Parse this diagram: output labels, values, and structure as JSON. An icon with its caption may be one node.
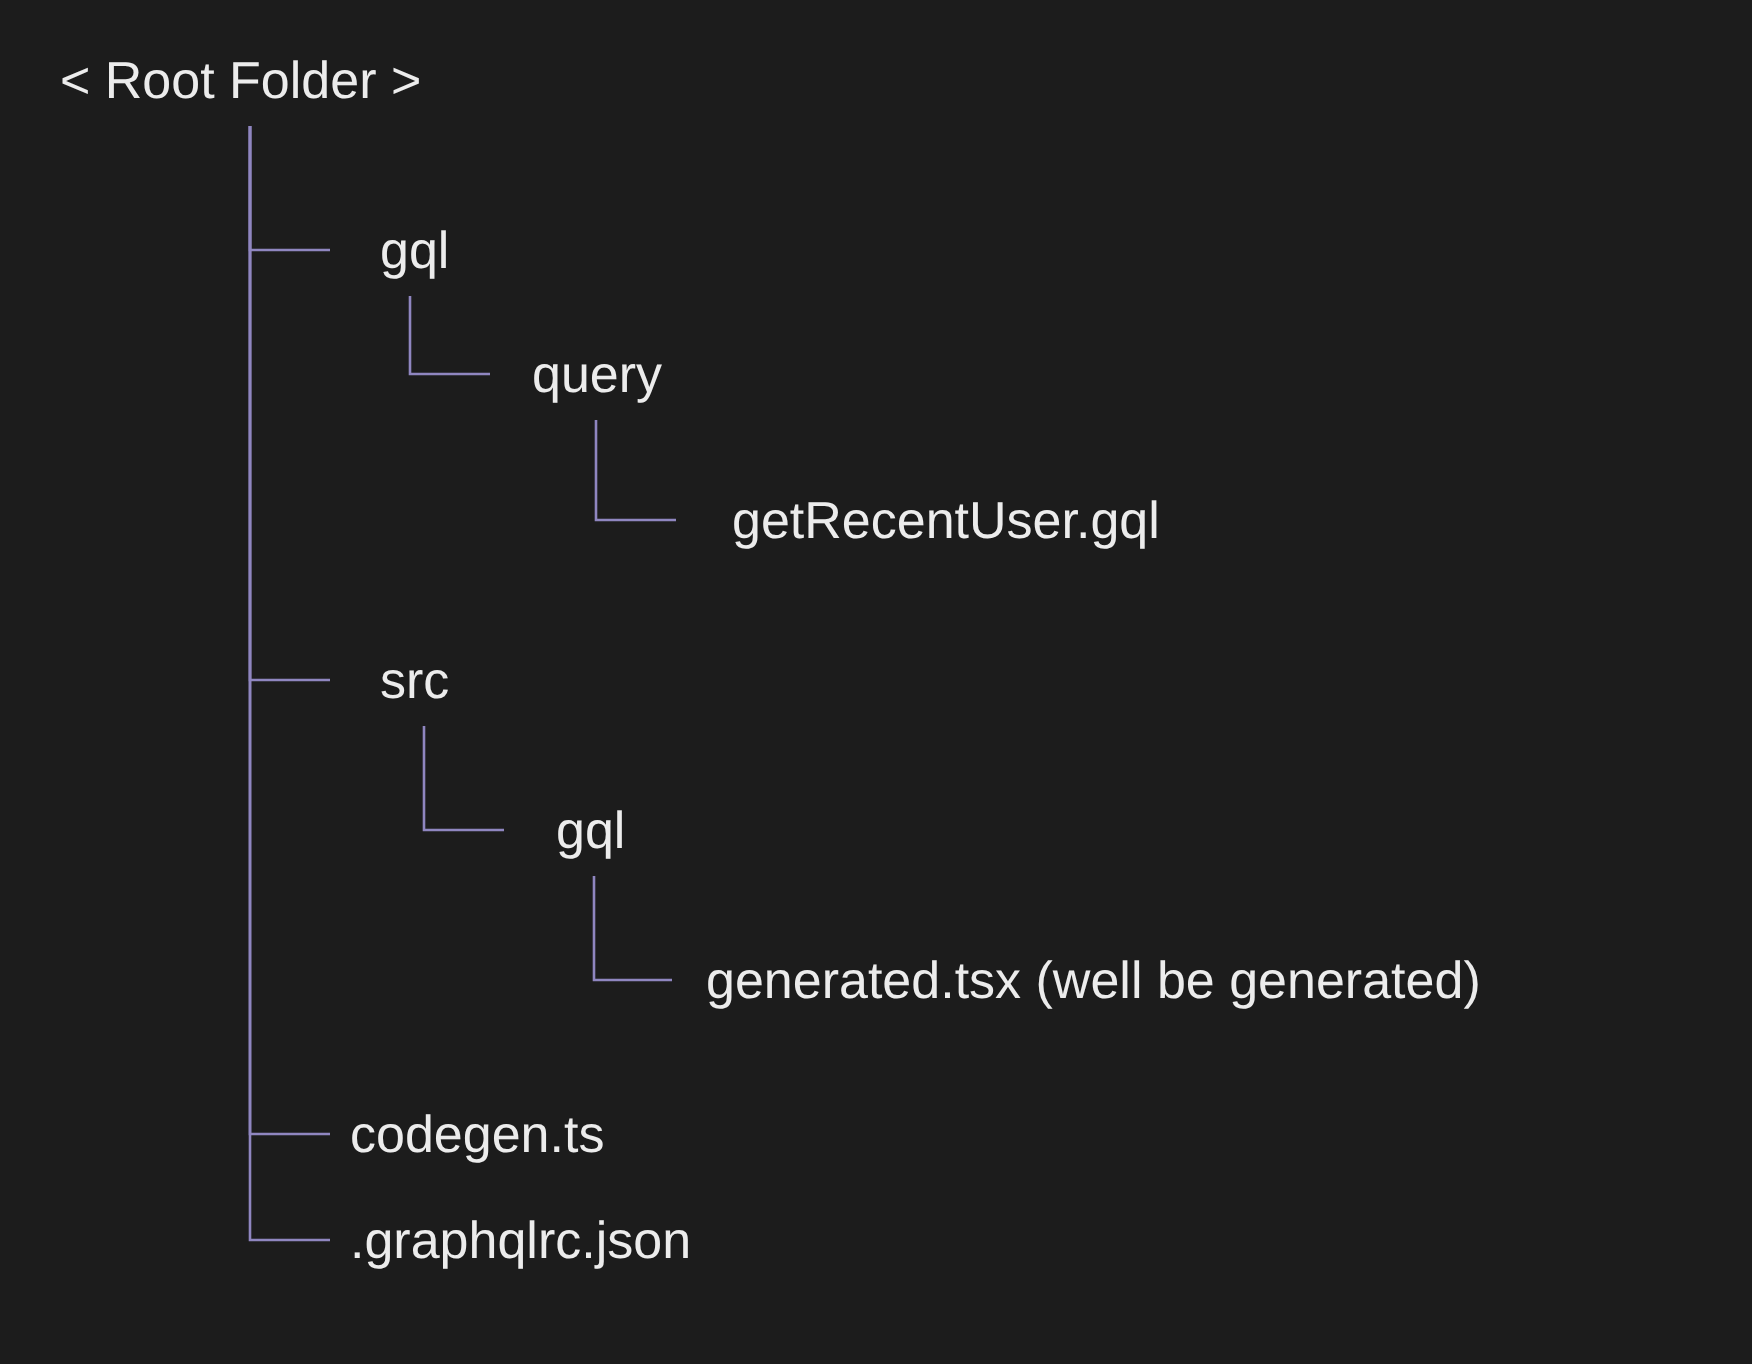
{
  "diagram": {
    "nodes": [
      {
        "text": [
          "< Root Folder >"
        ]
      },
      {
        "text": [
          "gql"
        ]
      },
      {
        "text": [
          "query"
        ]
      },
      {
        "text": [
          "getRecentUser.gql"
        ]
      },
      {
        "text": [
          "src"
        ]
      },
      {
        "text": [
          "gql"
        ]
      },
      {
        "text": [
          "generated.tsx (well be generated)"
        ]
      },
      {
        "text": [
          "codegen.ts"
        ]
      },
      {
        "text": [
          ".graphqlrc.json"
        ]
      }
    ],
    "edges": [
      {
        "from": 0,
        "to": 1,
        "arrow": "none"
      },
      {
        "from": 1,
        "to": 2,
        "arrow": "none"
      },
      {
        "from": 2,
        "to": 3,
        "arrow": "none"
      },
      {
        "from": 0,
        "to": 4,
        "arrow": "none"
      },
      {
        "from": 4,
        "to": 5,
        "arrow": "none"
      },
      {
        "from": 5,
        "to": 6,
        "arrow": "none"
      },
      {
        "from": 0,
        "to": 7,
        "arrow": "none"
      },
      {
        "from": 0,
        "to": 8,
        "arrow": "none"
      }
    ]
  }
}
